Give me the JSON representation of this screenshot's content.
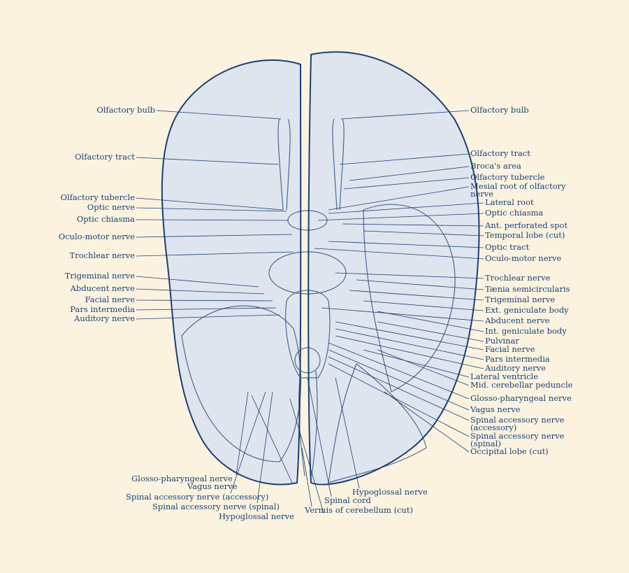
{
  "colors": {
    "background": "#fbf3e0",
    "ink": "#1b3f73",
    "fill": "#dfe5ee"
  },
  "labels_left": [
    "Olfactory bulb",
    "Olfactory tract",
    "Olfactory tubercle",
    "Optic nerve",
    "Optic chiasma",
    "Oculo-motor nerve",
    "Trochlear nerve",
    "Trigeminal nerve",
    "Abducent nerve",
    "Facial nerve",
    "Pars intermedia",
    "Auditory nerve"
  ],
  "labels_right": [
    "Olfactory bulb",
    "Olfactory tract",
    "Broca's area",
    "Olfactory tubercle",
    "Mesial root of olfactory",
    "nerve",
    "Lateral root",
    "Optic chiasma",
    "Ant. perforated spot",
    "Temporal lobe (cut)",
    "Optic tract",
    "Oculo-motor nerve",
    "Trochlear nerve",
    "Tænia semicircularis",
    "Trigeminal nerve",
    "Ext. geniculate body",
    "Abducent nerve",
    "Int. geniculate body",
    "Pulvinar",
    "Facial nerve",
    "Pars intermedia",
    "Auditory nerve",
    "Lateral ventricle",
    "Mid. cerebellar peduncle",
    "Glosso-pharyngeal nerve",
    "Vagus nerve",
    "Spinal accessory nerve",
    "(accessory)",
    "Spinal accessory nerve",
    "(spinal)",
    "Occipital lobe (cut)"
  ],
  "labels_bottom": [
    "Glosso-pharyngeal nerve",
    "Vagus nerve",
    "Spinal accessory nerve (accessory)",
    "Spinal accessory nerve (spinal)",
    "Hypoglossal nerve",
    "Hypoglossal nerve",
    "Spinal cord",
    "Vermis of cerebellum (cut)"
  ]
}
